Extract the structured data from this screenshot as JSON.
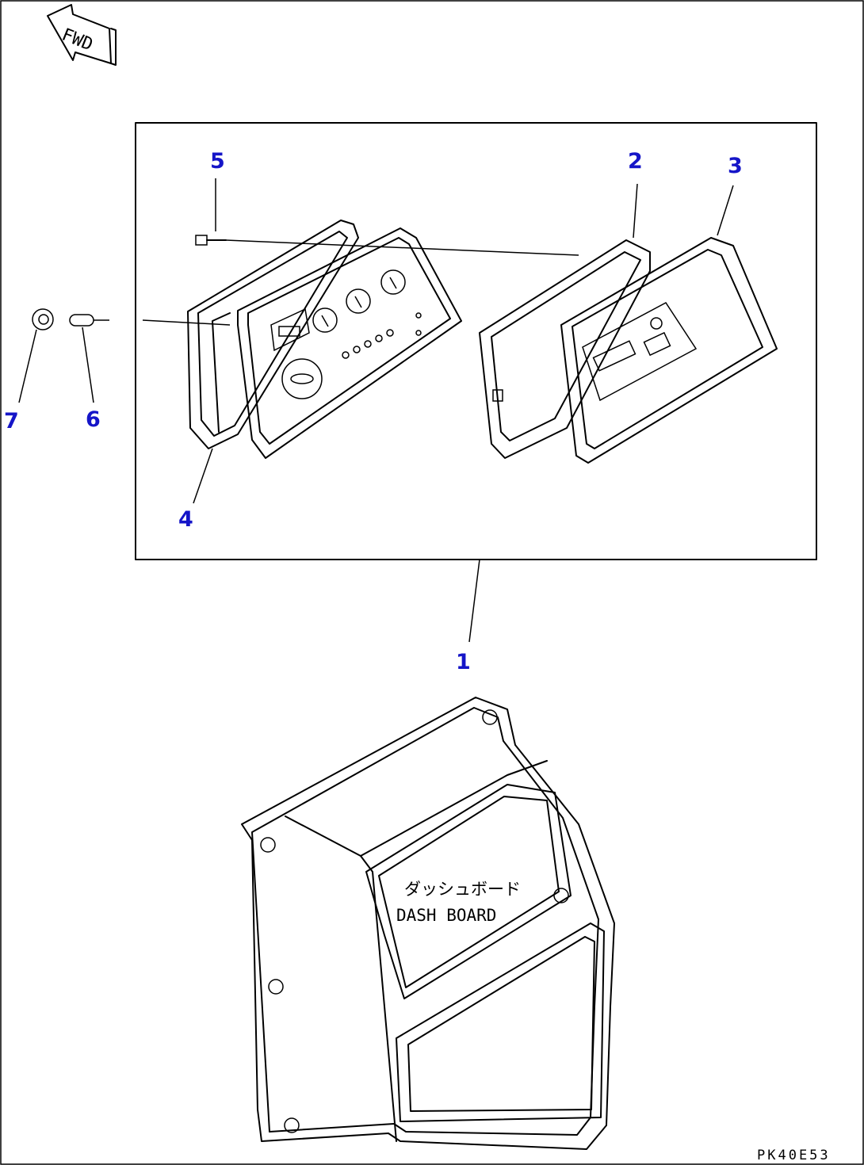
{
  "diagram": {
    "forward_arrow_label": "FWD",
    "callouts": [
      "1",
      "2",
      "3",
      "4",
      "5",
      "6",
      "7"
    ],
    "dashboard_label_jp": "ダッシュボード",
    "dashboard_label_en": "DASH BOARD",
    "drawing_code": "PK40E53"
  }
}
